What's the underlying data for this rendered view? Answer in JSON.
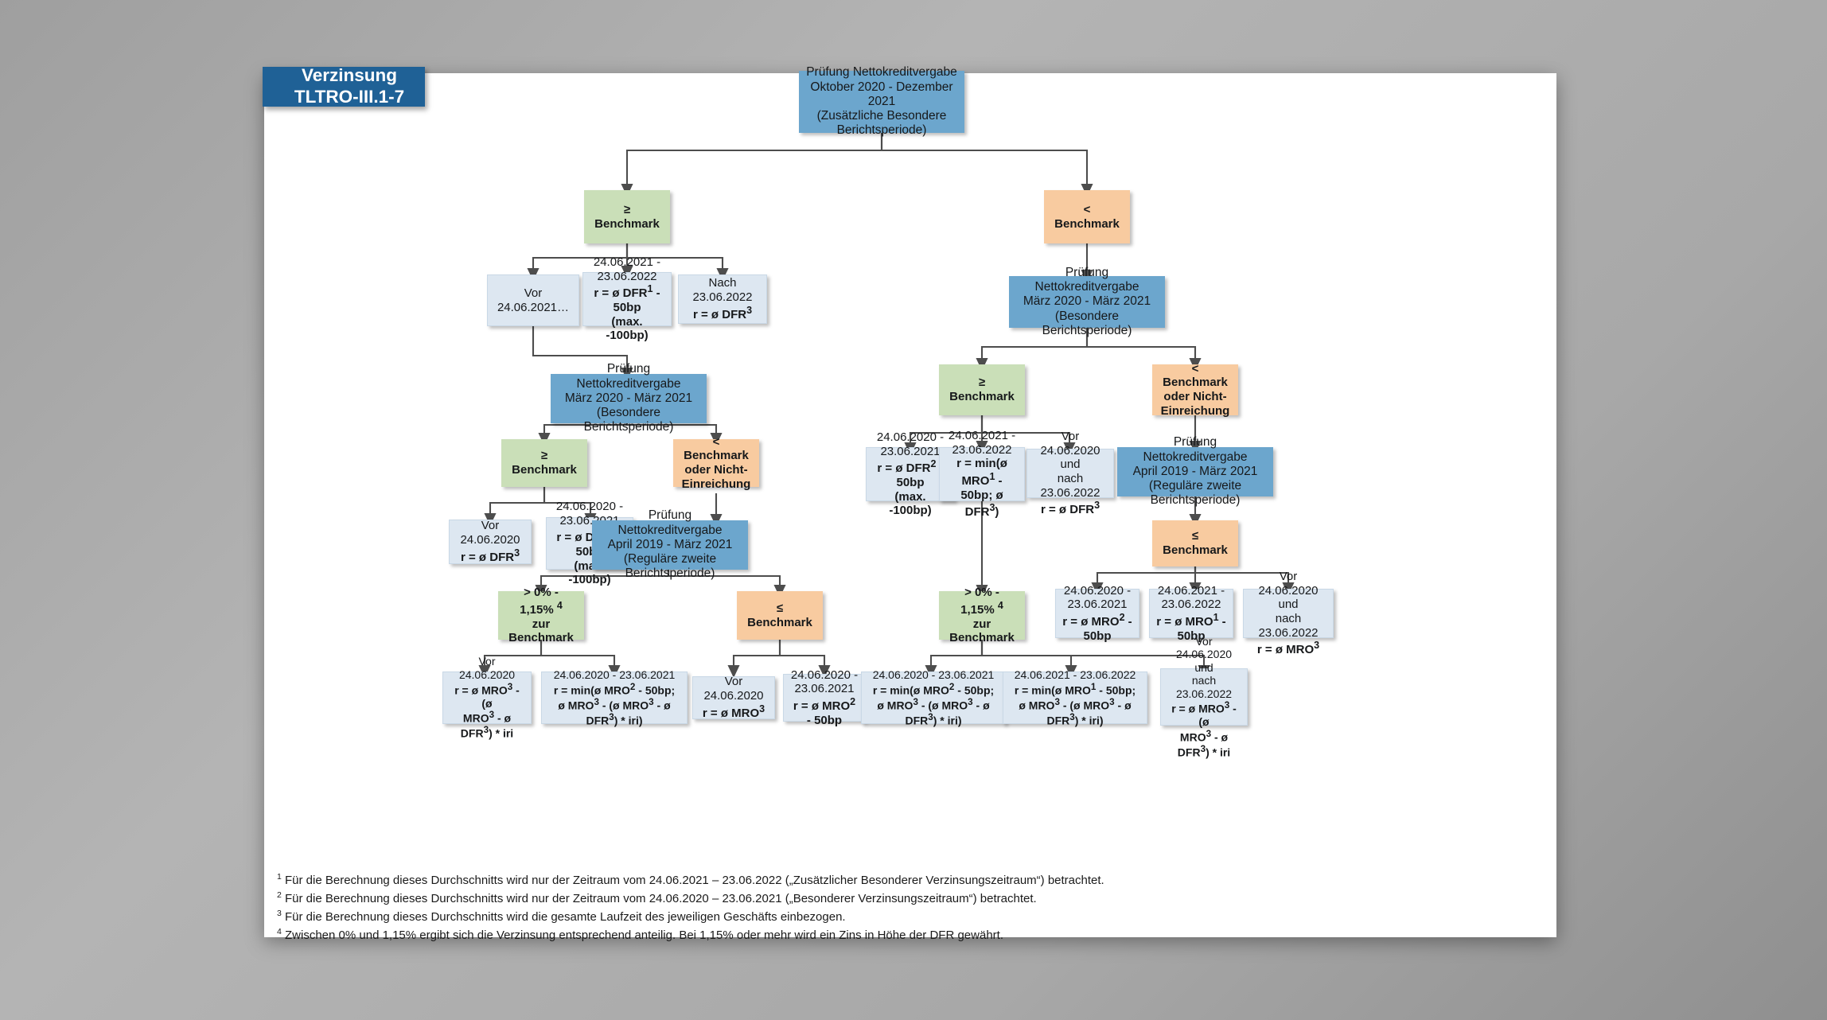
{
  "title_badge": {
    "label": "Verzinsung TLTRO-III.1-7"
  },
  "nodes": {
    "root": {
      "lines": [
        "Prüfung Nettokreditvergabe",
        "Oktober 2020 - Dezember 2021",
        "(Zusätzliche Besondere Berichtsperiode)"
      ]
    },
    "l_bench_ge": {
      "lines": [
        "≥ Benchmark"
      ]
    },
    "r_bench_lt": {
      "lines": [
        "< Benchmark"
      ]
    },
    "l1_before": {
      "lines": [
        "Vor 24.06.2021…"
      ]
    },
    "l1_mid": {
      "lines": [
        "24.06.2021 -",
        "23.06.2022",
        "r = ø DFR¹ - 50bp",
        "(max. -100bp)"
      ]
    },
    "l1_after": {
      "lines": [
        "Nach 23.06.2022",
        "r = ø DFR³"
      ]
    },
    "l_proc2": {
      "lines": [
        "Prüfung Nettokreditvergabe",
        "März 2020 - März 2021",
        "(Besondere Berichtsperiode)"
      ]
    },
    "l2_green": {
      "lines": [
        "≥ Benchmark"
      ]
    },
    "l2_orange": {
      "lines": [
        "< Benchmark",
        "oder Nicht-",
        "Einreichung"
      ]
    },
    "l2_before": {
      "lines": [
        "Vor 24.06.2020",
        "r = ø DFR³"
      ]
    },
    "l2_mid": {
      "lines": [
        "24.06.2020 -",
        "23.06.2021",
        "r = ø DFR² - 50bp",
        "(max. -100bp)"
      ]
    },
    "l_proc3": {
      "lines": [
        "Prüfung Nettokreditvergabe",
        "April 2019 - März 2021",
        "(Reguläre zweite Berichtsperiode)"
      ]
    },
    "l3_green": {
      "lines": [
        "> 0% - 1,15% ⁴",
        "zur Benchmark"
      ]
    },
    "l3_orange": {
      "lines": [
        "≤ Benchmark"
      ]
    },
    "l4_a": {
      "lines": [
        "Vor 24.06.2020",
        "r = ø MRO³ - (ø",
        "MRO³ - ø DFR³) * iri"
      ]
    },
    "l4_b": {
      "lines": [
        "24.06.2020 - 23.06.2021",
        "r = min(ø MRO² - 50bp;",
        "ø MRO³ - (ø MRO³ - ø DFR³) * iri)"
      ]
    },
    "l4_c": {
      "lines": [
        "Vor 24.06.2020",
        "r = ø MRO³"
      ]
    },
    "l4_d": {
      "lines": [
        "24.06.2020 -",
        "23.06.2021",
        "r = ø MRO² - 50bp"
      ]
    },
    "r_proc2": {
      "lines": [
        "Prüfung Nettokreditvergabe",
        "März 2020 - März 2021",
        "(Besondere Berichtsperiode)"
      ]
    },
    "r2_green": {
      "lines": [
        "≥ Benchmark"
      ]
    },
    "r2_orange": {
      "lines": [
        "< Benchmark",
        "oder Nicht-",
        "Einreichung"
      ]
    },
    "r3_a": {
      "lines": [
        "24.06.2020 -",
        "23.06.2021",
        "r = ø DFR² - 50bp",
        "(max. -100bp)"
      ]
    },
    "r3_b": {
      "lines": [
        "24.06.2021 -",
        "23.06.2022",
        "r = min(ø MRO¹ -",
        "50bp; ø DFR³)"
      ]
    },
    "r3_c": {
      "lines": [
        "Vor 24.06.2020 und",
        "nach 23.06.2022",
        "r = ø DFR³"
      ]
    },
    "r_proc3": {
      "lines": [
        "Prüfung Nettokreditvergabe",
        "April 2019 - März 2021",
        "(Reguläre zweite Berichtsperiode)"
      ]
    },
    "r4_orange": {
      "lines": [
        "≤ Benchmark"
      ]
    },
    "r5_a": {
      "lines": [
        "24.06.2020 -",
        "23.06.2021",
        "r = ø MRO² - 50bp"
      ]
    },
    "r5_b": {
      "lines": [
        "24.06.2021 -",
        "23.06.2022",
        "r = ø MRO¹ - 50bp"
      ]
    },
    "r5_c": {
      "lines": [
        "Vor 24.06.2020 und",
        "nach 23.06.2022",
        "r = ø MRO³"
      ]
    },
    "r_green_pct": {
      "lines": [
        "> 0% - 1,15% ⁴",
        "zur Benchmark"
      ]
    },
    "r6_a": {
      "lines": [
        "24.06.2020 - 23.06.2021",
        "r = min(ø MRO² - 50bp;",
        "ø MRO³ - (ø MRO³ - ø DFR³) * iri)"
      ]
    },
    "r6_b": {
      "lines": [
        "24.06.2021 - 23.06.2022",
        "r = min(ø MRO¹ - 50bp;",
        "ø MRO³ - (ø MRO³ - ø DFR³) * iri)"
      ]
    },
    "r6_c": {
      "lines": [
        "Vor 24.06.2020 und",
        "nach 23.06.2022",
        "r = ø MRO³ - (ø",
        "MRO³ - ø DFR³) * iri"
      ]
    }
  },
  "footnotes": [
    {
      "marker": "1",
      "text": "Für die Berechnung dieses Durchschnitts wird nur der Zeitraum vom 24.06.2021 – 23.06.2022 („Zusätzlicher Besonderer Verzinsungszeitraum“) betrachtet."
    },
    {
      "marker": "2",
      "text": "Für die Berechnung dieses Durchschnitts wird nur der Zeitraum vom 24.06.2020 – 23.06.2021 („Besonderer Verzinsungszeitraum“) betrachtet."
    },
    {
      "marker": "3",
      "text": "Für die Berechnung dieses Durchschnitts wird die gesamte Laufzeit des jeweiligen Geschäfts einbezogen."
    },
    {
      "marker": "4",
      "text": "Zwischen 0% und 1,15% ergibt sich die Verzinsung entsprechend anteilig. Bei 1,15% oder mehr wird ein Zins in Höhe der DFR gewährt."
    }
  ],
  "colors": {
    "title_bg": "#1f6196",
    "process_bg": "#6ca6cd",
    "decision_green": "#cadfb8",
    "decision_orange": "#f8cba0",
    "leaf_bg": "#dde7f1",
    "connector": "#4d4d4d",
    "slide_bg": "#ffffff"
  }
}
